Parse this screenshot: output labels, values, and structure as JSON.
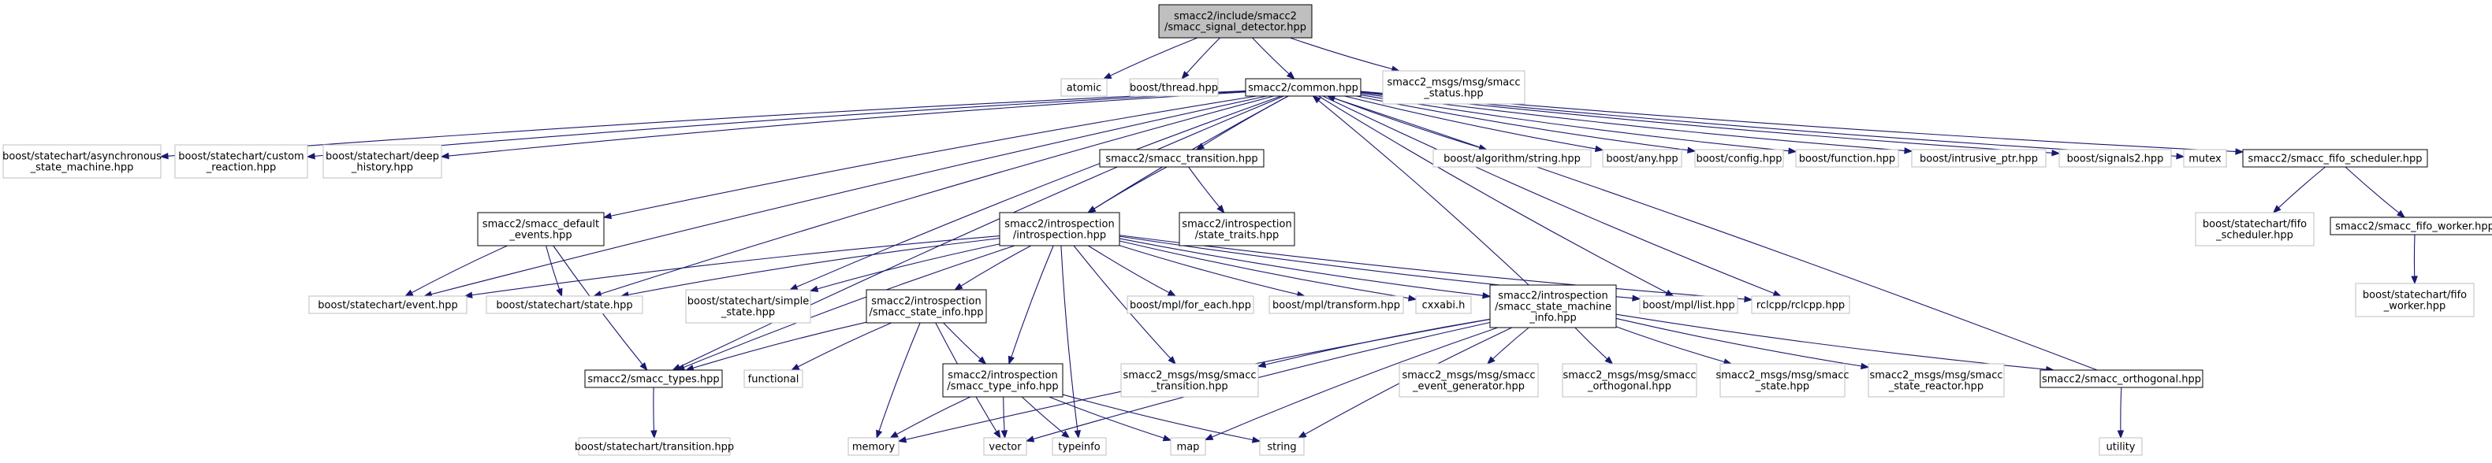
{
  "nodes": [
    {
      "id": "root",
      "lines": [
        "smacc2/include/smacc2",
        "/smacc_signal_detector.hpp"
      ],
      "style": "root"
    },
    {
      "id": "atomic",
      "lines": [
        "atomic"
      ],
      "style": "ext"
    },
    {
      "id": "thread",
      "lines": [
        "boost/thread.hpp"
      ],
      "style": "ext"
    },
    {
      "id": "common",
      "lines": [
        "smacc2/common.hpp"
      ],
      "style": "int"
    },
    {
      "id": "msg_status",
      "lines": [
        "smacc2_msgs/msg/smacc",
        "_status.hpp"
      ],
      "style": "ext"
    },
    {
      "id": "async",
      "lines": [
        "boost/statechart/asynchronous",
        "_state_machine.hpp"
      ],
      "style": "ext"
    },
    {
      "id": "custom",
      "lines": [
        "boost/statechart/custom",
        "_reaction.hpp"
      ],
      "style": "ext"
    },
    {
      "id": "deep",
      "lines": [
        "boost/statechart/deep",
        "_history.hpp"
      ],
      "style": "ext"
    },
    {
      "id": "transition",
      "lines": [
        "smacc2/smacc_transition.hpp"
      ],
      "style": "int"
    },
    {
      "id": "algo",
      "lines": [
        "boost/algorithm/string.hpp"
      ],
      "style": "ext"
    },
    {
      "id": "any",
      "lines": [
        "boost/any.hpp"
      ],
      "style": "ext"
    },
    {
      "id": "config",
      "lines": [
        "boost/config.hpp"
      ],
      "style": "ext"
    },
    {
      "id": "function",
      "lines": [
        "boost/function.hpp"
      ],
      "style": "ext"
    },
    {
      "id": "intrusive",
      "lines": [
        "boost/intrusive_ptr.hpp"
      ],
      "style": "ext"
    },
    {
      "id": "signals2",
      "lines": [
        "boost/signals2.hpp"
      ],
      "style": "ext"
    },
    {
      "id": "mutex",
      "lines": [
        "mutex"
      ],
      "style": "ext"
    },
    {
      "id": "fifo_sched",
      "lines": [
        "smacc2/smacc_fifo_scheduler.hpp"
      ],
      "style": "int"
    },
    {
      "id": "default_events",
      "lines": [
        "smacc2/smacc_default",
        "_events.hpp"
      ],
      "style": "int"
    },
    {
      "id": "introspection",
      "lines": [
        "smacc2/introspection",
        "/introspection.hpp"
      ],
      "style": "int"
    },
    {
      "id": "state_traits",
      "lines": [
        "smacc2/introspection",
        "/state_traits.hpp"
      ],
      "style": "int"
    },
    {
      "id": "sc_fifo_sched",
      "lines": [
        "boost/statechart/fifo",
        "_scheduler.hpp"
      ],
      "style": "ext"
    },
    {
      "id": "fifo_worker",
      "lines": [
        "smacc2/smacc_fifo_worker.hpp"
      ],
      "style": "int"
    },
    {
      "id": "event",
      "lines": [
        "boost/statechart/event.hpp"
      ],
      "style": "ext"
    },
    {
      "id": "state",
      "lines": [
        "boost/statechart/state.hpp"
      ],
      "style": "ext"
    },
    {
      "id": "simple_state",
      "lines": [
        "boost/statechart/simple",
        "_state.hpp"
      ],
      "style": "ext"
    },
    {
      "id": "state_info",
      "lines": [
        "smacc2/introspection",
        "/smacc_state_info.hpp"
      ],
      "style": "int"
    },
    {
      "id": "for_each",
      "lines": [
        "boost/mpl/for_each.hpp"
      ],
      "style": "ext"
    },
    {
      "id": "mpl_transform",
      "lines": [
        "boost/mpl/transform.hpp"
      ],
      "style": "ext"
    },
    {
      "id": "cxxabi",
      "lines": [
        "cxxabi.h"
      ],
      "style": "ext"
    },
    {
      "id": "sm_info",
      "lines": [
        "smacc2/introspection",
        "/smacc_state_machine",
        "_info.hpp"
      ],
      "style": "int"
    },
    {
      "id": "mpl_list",
      "lines": [
        "boost/mpl/list.hpp"
      ],
      "style": "ext"
    },
    {
      "id": "rclcpp",
      "lines": [
        "rclcpp/rclcpp.hpp"
      ],
      "style": "ext"
    },
    {
      "id": "sc_fifo_worker",
      "lines": [
        "boost/statechart/fifo",
        "_worker.hpp"
      ],
      "style": "ext"
    },
    {
      "id": "types",
      "lines": [
        "smacc2/smacc_types.hpp"
      ],
      "style": "int"
    },
    {
      "id": "functional",
      "lines": [
        "functional"
      ],
      "style": "ext"
    },
    {
      "id": "type_info",
      "lines": [
        "smacc2/introspection",
        "/smacc_type_info.hpp"
      ],
      "style": "int"
    },
    {
      "id": "msg_transition",
      "lines": [
        "smacc2_msgs/msg/smacc",
        "_transition.hpp"
      ],
      "style": "ext"
    },
    {
      "id": "msg_evgen",
      "lines": [
        "smacc2_msgs/msg/smacc",
        "_event_generator.hpp"
      ],
      "style": "ext"
    },
    {
      "id": "msg_orth",
      "lines": [
        "smacc2_msgs/msg/smacc",
        "_orthogonal.hpp"
      ],
      "style": "ext"
    },
    {
      "id": "msg_state",
      "lines": [
        "smacc2_msgs/msg/smacc",
        "_state.hpp"
      ],
      "style": "ext"
    },
    {
      "id": "msg_reactor",
      "lines": [
        "smacc2_msgs/msg/smacc",
        "_state_reactor.hpp"
      ],
      "style": "ext"
    },
    {
      "id": "orthogonal",
      "lines": [
        "smacc2/smacc_orthogonal.hpp"
      ],
      "style": "int"
    },
    {
      "id": "sc_transition",
      "lines": [
        "boost/statechart/transition.hpp"
      ],
      "style": "ext"
    },
    {
      "id": "memory",
      "lines": [
        "memory"
      ],
      "style": "ext"
    },
    {
      "id": "vector",
      "lines": [
        "vector"
      ],
      "style": "ext"
    },
    {
      "id": "typeinfo",
      "lines": [
        "typeinfo"
      ],
      "style": "ext"
    },
    {
      "id": "map",
      "lines": [
        "map"
      ],
      "style": "ext"
    },
    {
      "id": "string",
      "lines": [
        "string"
      ],
      "style": "ext"
    },
    {
      "id": "utility",
      "lines": [
        "utility"
      ],
      "style": "ext"
    }
  ],
  "edges": [
    [
      "root",
      "atomic"
    ],
    [
      "root",
      "thread"
    ],
    [
      "root",
      "common"
    ],
    [
      "root",
      "msg_status"
    ],
    [
      "common",
      "async"
    ],
    [
      "common",
      "custom"
    ],
    [
      "common",
      "deep"
    ],
    [
      "common",
      "event"
    ],
    [
      "common",
      "state"
    ],
    [
      "common",
      "types"
    ],
    [
      "common",
      "default_events"
    ],
    [
      "common",
      "simple_state"
    ],
    [
      "common",
      "introspection"
    ],
    [
      "common",
      "transition"
    ],
    [
      "common",
      "algo"
    ],
    [
      "common",
      "any"
    ],
    [
      "common",
      "config"
    ],
    [
      "common",
      "function"
    ],
    [
      "common",
      "intrusive"
    ],
    [
      "common",
      "signals2"
    ],
    [
      "common",
      "mutex"
    ],
    [
      "common",
      "fifo_sched"
    ],
    [
      "common",
      "rclcpp"
    ],
    [
      "common",
      "mpl_list"
    ],
    [
      "transition",
      "introspection"
    ],
    [
      "transition",
      "state_traits"
    ],
    [
      "fifo_sched",
      "sc_fifo_sched"
    ],
    [
      "fifo_sched",
      "fifo_worker"
    ],
    [
      "fifo_worker",
      "sc_fifo_worker"
    ],
    [
      "default_events",
      "event"
    ],
    [
      "default_events",
      "state"
    ],
    [
      "default_events",
      "types"
    ],
    [
      "introspection",
      "event"
    ],
    [
      "introspection",
      "state"
    ],
    [
      "introspection",
      "simple_state"
    ],
    [
      "introspection",
      "state_info"
    ],
    [
      "introspection",
      "types"
    ],
    [
      "introspection",
      "type_info"
    ],
    [
      "introspection",
      "typeinfo"
    ],
    [
      "introspection",
      "msg_transition"
    ],
    [
      "introspection",
      "for_each"
    ],
    [
      "introspection",
      "mpl_transform"
    ],
    [
      "introspection",
      "cxxabi"
    ],
    [
      "introspection",
      "sm_info"
    ],
    [
      "introspection",
      "mpl_list"
    ],
    [
      "introspection",
      "rclcpp"
    ],
    [
      "state_info",
      "types"
    ],
    [
      "state_info",
      "functional"
    ],
    [
      "state_info",
      "memory"
    ],
    [
      "state_info",
      "type_info"
    ],
    [
      "state_info",
      "vector"
    ],
    [
      "type_info",
      "memory"
    ],
    [
      "type_info",
      "vector"
    ],
    [
      "type_info",
      "typeinfo"
    ],
    [
      "type_info",
      "map"
    ],
    [
      "type_info",
      "string"
    ],
    [
      "sm_info",
      "common"
    ],
    [
      "sm_info",
      "memory"
    ],
    [
      "sm_info",
      "vector"
    ],
    [
      "sm_info",
      "map"
    ],
    [
      "sm_info",
      "string"
    ],
    [
      "sm_info",
      "msg_transition"
    ],
    [
      "sm_info",
      "msg_evgen"
    ],
    [
      "sm_info",
      "msg_orth"
    ],
    [
      "sm_info",
      "msg_state"
    ],
    [
      "sm_info",
      "msg_reactor"
    ],
    [
      "sm_info",
      "orthogonal"
    ],
    [
      "orthogonal",
      "common"
    ],
    [
      "orthogonal",
      "utility"
    ],
    [
      "types",
      "sc_transition"
    ]
  ],
  "colors": {
    "edge": "#191970",
    "root_fill": "#bfbfbf",
    "root_border": "#000000",
    "int_fill": "#ffffff",
    "int_border": "#000000",
    "ext_fill": "#ffffff",
    "ext_border": "#bfbfbf",
    "text": "#000000"
  }
}
